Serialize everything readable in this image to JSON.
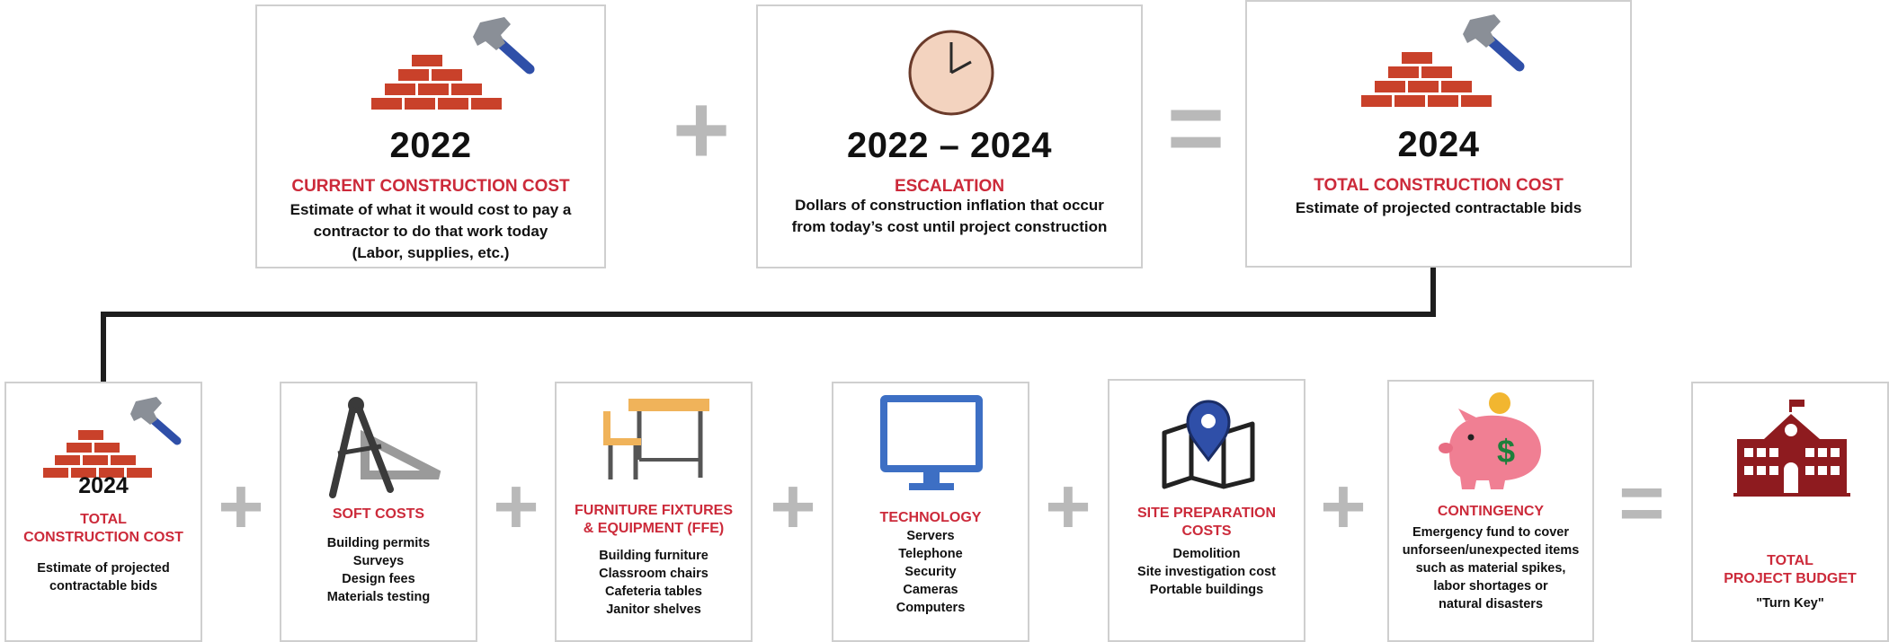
{
  "top_row": {
    "current": {
      "year": "2022",
      "title": "CURRENT CONSTRUCTION COST",
      "description": "Estimate of what it would cost to pay a\ncontractor to do that work today\n(Labor, supplies, etc.)",
      "icon": "brick-hammer-icon"
    },
    "plus": "+",
    "escalation": {
      "year": "2022 – 2024",
      "title": "ESCALATION",
      "description": "Dollars of construction inflation that occur\nfrom today’s cost until project construction",
      "icon": "clock-icon"
    },
    "equals": "=",
    "total": {
      "year": "2024",
      "title": "TOTAL CONSTRUCTION COST",
      "description": "Estimate of projected contractable bids",
      "icon": "brick-hammer-icon"
    }
  },
  "bottom_row": {
    "total_construction": {
      "year": "2024",
      "title": "TOTAL\nCONSTRUCTION COST",
      "description": "Estimate of projected\ncontractable bids",
      "icon": "brick-hammer-icon"
    },
    "soft_costs": {
      "title": "SOFT COSTS",
      "description": "Building permits\nSurveys\nDesign fees\nMaterials testing",
      "icon": "compass-triangle-icon"
    },
    "ffe": {
      "title": "FURNITURE FIXTURES\n& EQUIPMENT (FFE)",
      "description": "Building furniture\nClassroom chairs\nCafeteria tables\nJanitor shelves",
      "icon": "school-desk-icon"
    },
    "technology": {
      "title": "TECHNOLOGY",
      "description": "Servers\nTelephone\nSecurity\nCameras\nComputers",
      "icon": "monitor-icon"
    },
    "site_prep": {
      "title": "SITE PREPARATION\nCOSTS",
      "description": "Demolition\nSite investigation cost\nPortable buildings",
      "icon": "map-pin-icon"
    },
    "contingency": {
      "title": "CONTINGENCY",
      "description": "Emergency fund to cover\nunforseen/unexpected items\nsuch as material spikes,\nlabor shortages or\nnatural disasters",
      "icon": "piggy-bank-icon"
    },
    "total_budget": {
      "title": "TOTAL\nPROJECT BUDGET",
      "description": "\"Turn Key\"",
      "icon": "school-building-icon"
    },
    "plus": "+",
    "equals": "="
  },
  "colors": {
    "accent_red": "#cc2a3a",
    "brick": "#c9412a",
    "hammer_handle": "#2f4fa8",
    "operator_gray": "#b9b9b9",
    "monitor_blue": "#3d6fc4",
    "piggy_pink": "#f07f93",
    "coin_gold": "#f2b630",
    "building_maroon": "#8e1b1f",
    "clock_fill": "#f3d3bf",
    "card_border": "#cfcfcf"
  }
}
